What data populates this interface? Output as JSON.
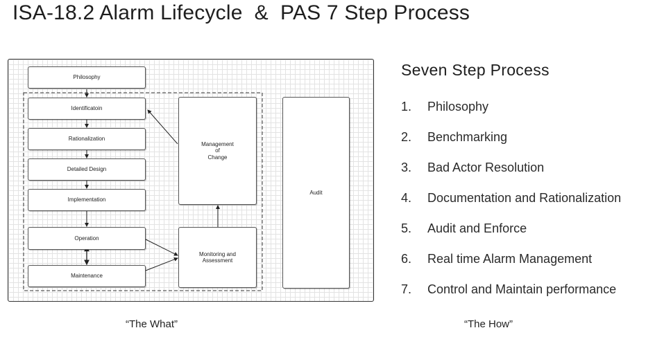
{
  "title": "ISA-18.2 Alarm Lifecycle  &  PAS 7 Step Process",
  "diagram": {
    "philosophy": "Philosophy",
    "identification": "Identificatoin",
    "rationalization": "Rationalization",
    "detailed_design": "Detailed Design",
    "implementation": "Implementation",
    "operation": "Operation",
    "maintenance": "Maintenance",
    "moc_line1": "Management",
    "moc_line2": "of",
    "moc_line3": "Change",
    "monitoring_line1": "Monitoring and",
    "monitoring_line2": "Assessment",
    "audit": "Audit"
  },
  "caption_what": "“The What”",
  "caption_how": "“The How”",
  "steps_title": "Seven Step Process",
  "steps": [
    {
      "num": "1.",
      "text": "Philosophy"
    },
    {
      "num": "2.",
      "text": "Benchmarking"
    },
    {
      "num": "3.",
      "text": "Bad Actor Resolution"
    },
    {
      "num": "4.",
      "text": "Documentation and Rationalization"
    },
    {
      "num": "5.",
      "text": "Audit and Enforce"
    },
    {
      "num": "6.",
      "text": "Real time Alarm Management"
    },
    {
      "num": "7.",
      "text": "Control and Maintain performance"
    }
  ]
}
